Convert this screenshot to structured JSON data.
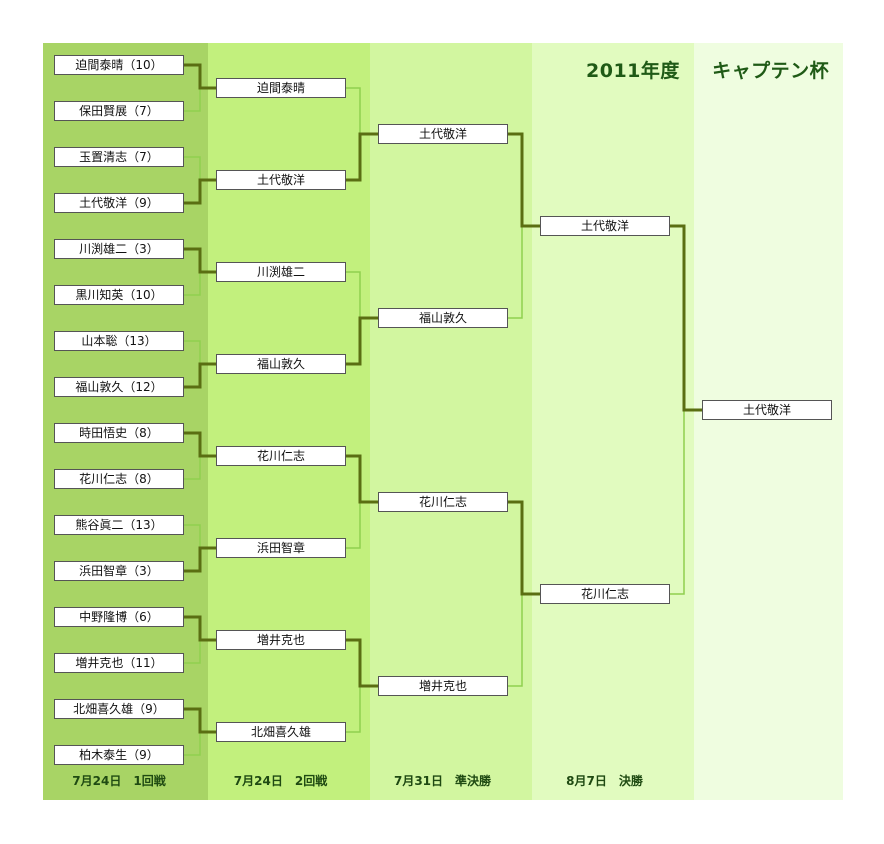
{
  "title": {
    "year": "2011年度",
    "name": "キャプテン杯"
  },
  "colors": {
    "col1": "#a8d465",
    "col2": "#c2f07d",
    "col3": "#d2f6a0",
    "col4": "#e1fbbf",
    "col5": "#effde0",
    "win_line": "#5a6e12",
    "lose_line": "#8fd04f"
  },
  "rounds": [
    {
      "label": "7月24日　1回戦",
      "entries": [
        "迫間泰晴（10）",
        "保田賢展（7）",
        "玉置清志（7）",
        "土代敬洋（9）",
        "川渕雄二（3）",
        "黒川知英（10）",
        "山本聡（13）",
        "福山敦久（12）",
        "時田悟史（8）",
        "花川仁志（8）",
        "熊谷眞二（13）",
        "浜田智章（3）",
        "中野隆博（6）",
        "増井克也（11）",
        "北畑喜久雄（9）",
        "柏木泰生（9）"
      ]
    },
    {
      "label": "7月24日　2回戦",
      "entries": [
        "迫間泰晴",
        "土代敬洋",
        "川渕雄二",
        "福山敦久",
        "花川仁志",
        "浜田智章",
        "増井克也",
        "北畑喜久雄"
      ]
    },
    {
      "label": "7月31日　準決勝",
      "entries": [
        "土代敬洋",
        "福山敦久",
        "花川仁志",
        "増井克也"
      ]
    },
    {
      "label": "8月7日　決勝",
      "entries": [
        "土代敬洋",
        "花川仁志"
      ]
    },
    {
      "label": "",
      "entries": [
        "土代敬洋"
      ]
    }
  ],
  "winners": [
    [
      0,
      1,
      0,
      1,
      0,
      1,
      0,
      0
    ],
    [
      1,
      1,
      0,
      0
    ],
    [
      0,
      0
    ],
    [
      0
    ]
  ]
}
